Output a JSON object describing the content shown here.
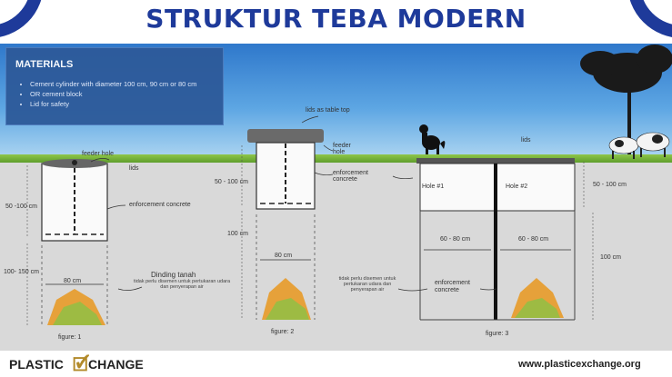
{
  "title": "STRUKTUR TEBA MODERN",
  "materials": {
    "heading": "MATERIALS",
    "items": [
      "Cement cylinder with diameter 100 cm, 90 cm or 80 cm",
      "OR cement block",
      "Lid for safety"
    ]
  },
  "figure1": {
    "feeder_hole": "feeder hole",
    "lids": "lids",
    "height_top": "50 -100 cm",
    "enforcement": "enforcement concrete",
    "depth": "100- 150 cm",
    "width": "80 cm",
    "dinding": "Dinding tanah",
    "note": "tidak perlu disemen untuk pertukaran udara dan penyerapan air",
    "caption": "figure: 1"
  },
  "figure2": {
    "lids_table": "lids as table top",
    "feeder_hole": "feeder hole",
    "height_top": "50 - 100 cm",
    "enforcement": "enforcement concrete",
    "depth": "100 cm",
    "width": "80 cm",
    "note": "tidak perlu disemen untuk pertukaran udara dan penyerapan air",
    "caption": "figure: 2"
  },
  "figure3": {
    "lids": "lids",
    "hole1": "Hole #1",
    "hole2": "Hole #2",
    "height_top": "50 - 100 cm",
    "width1": "60 - 80 cm",
    "width2": "60 - 80 cm",
    "depth": "100 cm",
    "enforcement": "enforcement concrete",
    "caption": "figure: 3"
  },
  "footer": {
    "brand_left": "PLASTIC",
    "brand_right": "CHANGE",
    "website": "www.plasticexchange.org"
  },
  "colors": {
    "title": "#1e3a9a",
    "sky_top": "#2b74c9",
    "ground": "#d9d9d9",
    "materials_bg": "#2d5a9a"
  }
}
